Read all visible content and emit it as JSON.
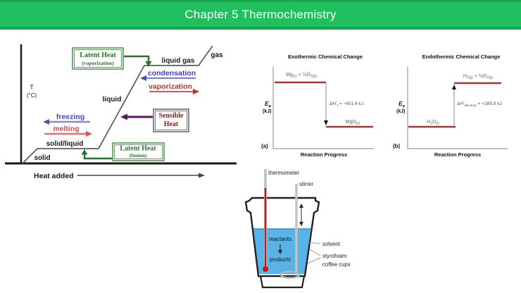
{
  "header": {
    "title": "Chapter 5 Thermochemistry"
  },
  "colors": {
    "header_green": "#21c05e",
    "level_red": "#b23232",
    "liquid_blue": "#58b4e6",
    "box_green": "#1d7a2c",
    "sensible_maroon": "#7b2222",
    "arrow_purple": "#5c165c"
  },
  "heating_curve": {
    "t": "T",
    "t_unit": "(°C)",
    "x_axis": "Heat added",
    "solid": "solid",
    "solid_liquid": "solid/liquid",
    "liquid": "liquid",
    "liquid_gas": "liquid gas",
    "gas": "gas",
    "freezing": "freezing",
    "melting": "melting",
    "condensation": "condensation",
    "vaporization": "vaporization",
    "latent_vap": {
      "l1": "Latent Heat",
      "l2": "(vaporization)"
    },
    "latent_fus": {
      "l1": "Latent Heat",
      "l2": "(fusion)"
    },
    "sensible": {
      "l1": "Sensible",
      "l2": "Heat"
    }
  },
  "exothermic": {
    "title": "Exothermic Chemical Change",
    "panel": "(a)",
    "axis_y": {
      "e": "E",
      "sub": "p",
      "unit": "(kJ)"
    },
    "axis_x": "Reaction Progress",
    "reactant": {
      "a": "Mg",
      "b": "(s)",
      "c": " + ½O",
      "d": "2(g)"
    },
    "product": {
      "a": "MgO",
      "b": "(s)"
    },
    "dh": {
      "a": "ΔH",
      "sup": "°",
      "sub": "f",
      "b": " = −601.6 kJ"
    }
  },
  "endothermic": {
    "title": "Endothermic Chemical Change",
    "panel": "(b)",
    "axis_y": {
      "e": "E",
      "sub": "p",
      "unit": "(kJ)"
    },
    "axis_x": "Reaction Progress",
    "top": {
      "a": "H",
      "b": "2(g)",
      "c": " + ½O",
      "d": "2(g)"
    },
    "bottom": {
      "a": "H",
      "b": "2",
      "c": "O",
      "d": "(l)"
    },
    "dh": {
      "a": "ΔH",
      "sup": "°",
      "sub": "decomp",
      "b": " = +285.8 kJ"
    }
  },
  "calorimeter": {
    "thermometer": "thermometer",
    "stirrer": "stirrer",
    "reactants": "reactants",
    "products": "products",
    "solvent": "solvent",
    "cups_l1": "styrofoam",
    "cups_l2": "coffee cups"
  }
}
